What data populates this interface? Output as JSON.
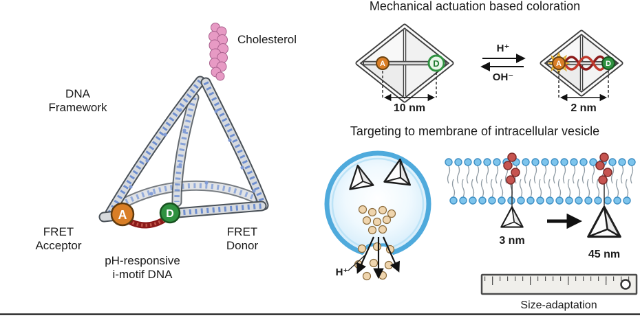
{
  "figure": {
    "left_panel": {
      "cholesterol_label": "Cholesterol",
      "framework_label_line1": "DNA",
      "framework_label_line2": "Framework",
      "acceptor_label_line1": "FRET",
      "acceptor_label_line2": "Acceptor",
      "donor_label_line1": "FRET",
      "donor_label_line2": "Donor",
      "imotif_label_line1": "pH-responsive",
      "imotif_label_line2": "i-motif DNA",
      "acceptor_letter": "A",
      "donor_letter": "D"
    },
    "actuation_panel": {
      "title": "Mechanical actuation based coloration",
      "acceptor_letter": "A",
      "donor_letter": "D",
      "forward_label": "H⁺",
      "reverse_label": "OH⁻",
      "open_distance": "10 nm",
      "closed_distance": "2 nm"
    },
    "targeting_panel": {
      "title": "Targeting to membrane of intracellular vesicle",
      "proton_label": "H⁺",
      "small_tetrahedron_size": "3 nm",
      "large_tetrahedron_size": "45 nm",
      "ruler_label": "Size-adaptation"
    },
    "colors": {
      "acceptor_orange": "#D97E26",
      "donor_green": "#2F9140",
      "cholesterol_pink": "#E79AC4",
      "dna_blue": "#6F8FD0",
      "imotif_red": "#8B1A1A",
      "vesicle_blue": "#4FAADC",
      "bead_tan": "#EFD5AE",
      "anchor_red": "#C65450"
    }
  }
}
